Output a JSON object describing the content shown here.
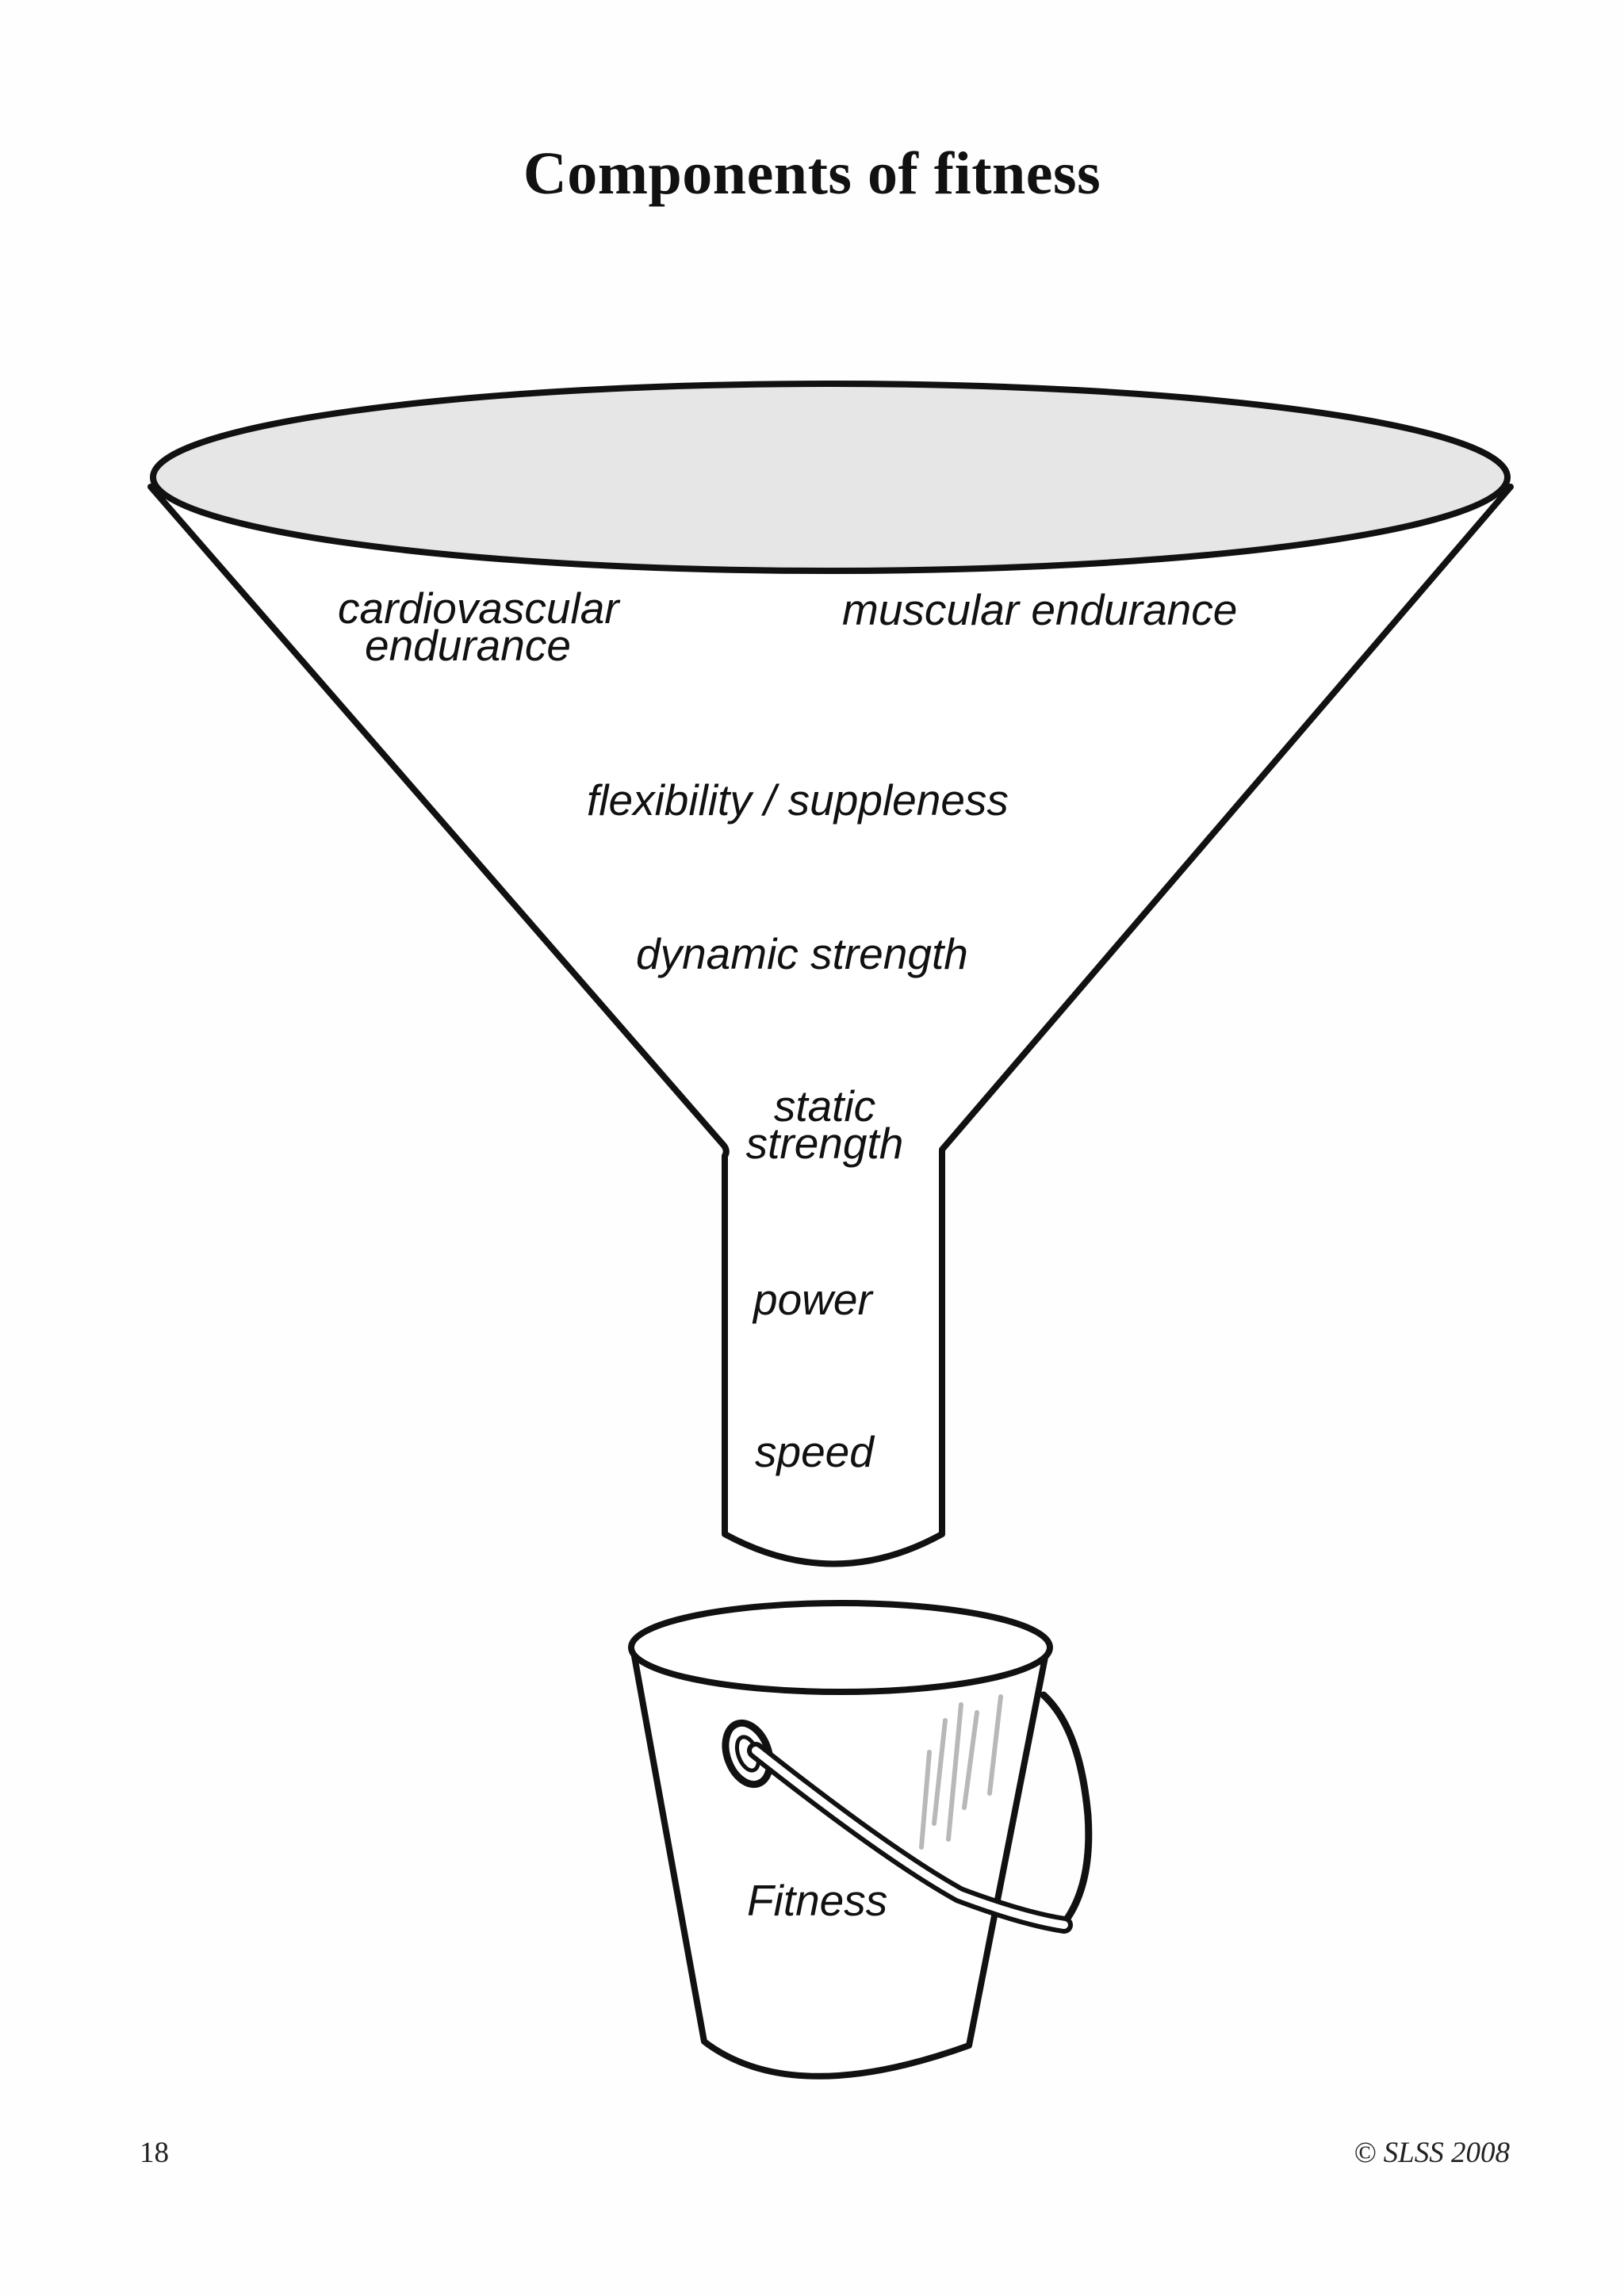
{
  "title": "Components of fitness",
  "funnel_labels": {
    "cardiovascular_line1": "cardiovascular",
    "cardiovascular_line2": "endurance",
    "muscular_endurance": "muscular endurance",
    "flexibility": "flexibility / suppleness",
    "dynamic_strength": "dynamic strength",
    "static_line1": "static",
    "static_line2": "strength",
    "power": "power",
    "speed": "speed"
  },
  "bucket_label": "Fitness",
  "footer": {
    "page_number": "18",
    "copyright": "© SLSS 2008"
  },
  "colors": {
    "ink": "#111111",
    "funnel_rim_fill": "#e6e6e6",
    "bucket_streak": "#b8b8b8",
    "background": "#fefefe"
  },
  "icons": [
    "funnel-icon",
    "bucket-icon"
  ]
}
